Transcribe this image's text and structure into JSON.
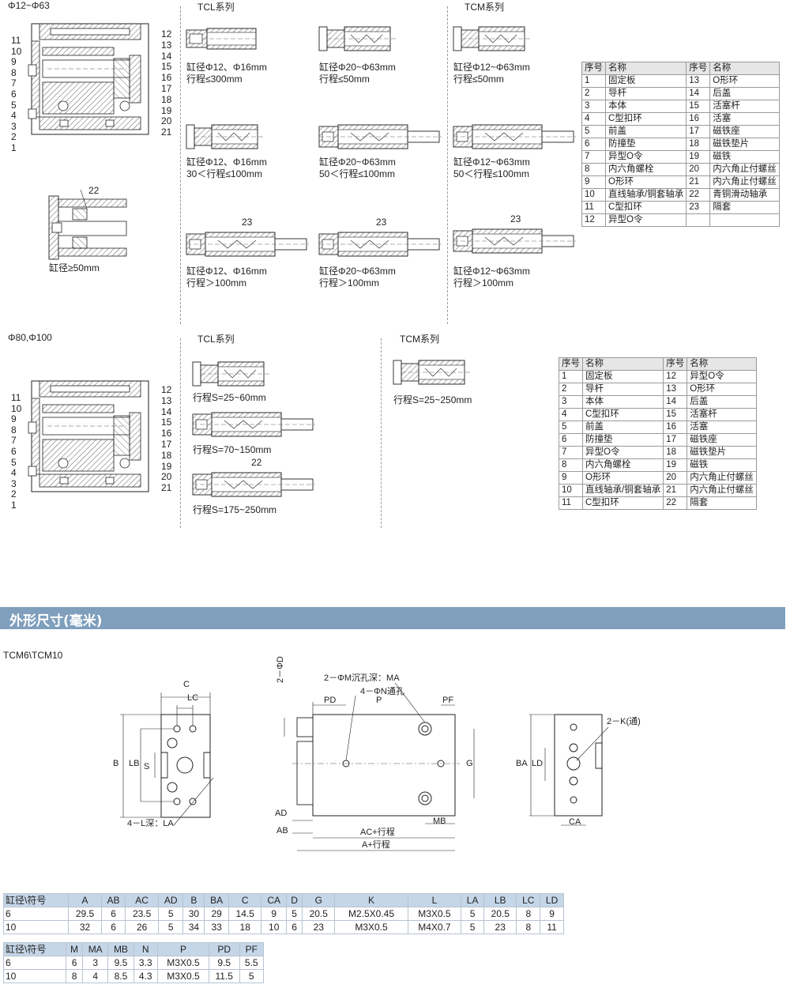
{
  "sec1": {
    "title": "Φ12~Φ63",
    "tcl_title": "TCL系列",
    "tcm_title": "TCM系列",
    "left_nums": [
      "11",
      "10",
      "9",
      "8",
      "7",
      "6",
      "5",
      "4",
      "3",
      "2",
      "1"
    ],
    "right_nums": [
      "12",
      "13",
      "14",
      "15",
      "16",
      "17",
      "18",
      "19",
      "20",
      "21"
    ],
    "detail_num": "22",
    "detail_caption": "缸径≥50mm",
    "tcl_captions": [
      [
        "缸径Φ12、Φ16mm",
        "行程≤300mm"
      ],
      [
        "缸径Φ20~Φ63mm",
        "行程≤50mm"
      ],
      [
        "缸径Φ12、Φ16mm",
        "30＜行程≤100mm"
      ],
      [
        "缸径Φ20~Φ63mm",
        "50＜行程≤100mm"
      ],
      [
        "缸径Φ12、Φ16mm",
        "行程＞100mm"
      ],
      [
        "缸径Φ20~Φ63mm",
        "行程＞100mm"
      ]
    ],
    "tcm_captions": [
      [
        "缸径Φ12~Φ63mm",
        "行程≤50mm"
      ],
      [
        "缸径Φ12~Φ63mm",
        "50＜行程≤100mm"
      ],
      [
        "缸径Φ12~Φ63mm",
        "行程＞100mm"
      ]
    ],
    "tag23": "23",
    "parts_header": [
      "序号",
      "名称",
      "序号",
      "名称"
    ],
    "parts": [
      [
        "1",
        "固定板",
        "13",
        "O形环"
      ],
      [
        "2",
        "导杆",
        "14",
        "后盖"
      ],
      [
        "3",
        "本体",
        "15",
        "活塞杆"
      ],
      [
        "4",
        "C型扣环",
        "16",
        "活塞"
      ],
      [
        "5",
        "前盖",
        "17",
        "磁铁座"
      ],
      [
        "6",
        "防撞垫",
        "18",
        "磁铁垫片"
      ],
      [
        "7",
        "异型O令",
        "19",
        "磁铁"
      ],
      [
        "8",
        "内六角螺栓",
        "20",
        "内六角止付螺丝"
      ],
      [
        "9",
        "O形环",
        "21",
        "内六角止付螺丝"
      ],
      [
        "10",
        "直线轴承/铜套轴承",
        "22",
        "青铜滑动轴承"
      ],
      [
        "11",
        "C型扣环",
        "23",
        "隔套"
      ],
      [
        "12",
        "异型O令",
        "",
        ""
      ]
    ]
  },
  "sec2": {
    "title": "Φ80,Φ100",
    "tcl_title": "TCL系列",
    "tcm_title": "TCM系列",
    "left_nums": [
      "11",
      "10",
      "9",
      "8",
      "7",
      "6",
      "5",
      "4",
      "3",
      "2",
      "1"
    ],
    "right_nums": [
      "12",
      "13",
      "14",
      "15",
      "16",
      "17",
      "18",
      "19",
      "20",
      "21"
    ],
    "tcl_captions": [
      "行程S=25~60mm",
      "行程S=70~150mm",
      "行程S=175~250mm"
    ],
    "tcm_caption": "行程S=25~250mm",
    "tag22": "22",
    "parts_header": [
      "序号",
      "名称",
      "序号",
      "名称"
    ],
    "parts": [
      [
        "1",
        "固定板",
        "12",
        "异型O令"
      ],
      [
        "2",
        "导杆",
        "13",
        "O形环"
      ],
      [
        "3",
        "本体",
        "14",
        "后盖"
      ],
      [
        "4",
        "C型扣环",
        "15",
        "活塞杆"
      ],
      [
        "5",
        "前盖",
        "16",
        "活塞"
      ],
      [
        "6",
        "防撞垫",
        "17",
        "磁铁座"
      ],
      [
        "7",
        "异型O令",
        "18",
        "磁铁垫片"
      ],
      [
        "8",
        "内六角螺栓",
        "19",
        "磁铁"
      ],
      [
        "9",
        "O形环",
        "20",
        "内六角止付螺丝"
      ],
      [
        "10",
        "直线轴承/铜套轴承",
        "21",
        "内六角止付螺丝"
      ],
      [
        "11",
        "C型扣环",
        "22",
        "隔套"
      ]
    ]
  },
  "banner_title": "外形尺寸(毫米)",
  "model_label": "TCM6\\TCM10",
  "dims_labels": {
    "C": "C",
    "LC": "LC",
    "B": "B",
    "LB": "LB",
    "S": "S",
    "L_depth": "4－L深：LA",
    "D": "2－ΦD",
    "M_hole": "2－ΦM沉孔深：MA",
    "N_hole": "4－ΦN通孔",
    "PD": "PD",
    "P": "P",
    "PF": "PF",
    "G": "G",
    "AD": "AD",
    "AB": "AB",
    "MB": "MB",
    "AC": "AC+行程",
    "A": "A+行程",
    "K": "2－K(通)",
    "BA": "BA",
    "LD": "LD",
    "CA": "CA"
  },
  "table1": {
    "header": [
      "缸径\\符号",
      "A",
      "AB",
      "AC",
      "AD",
      "B",
      "BA",
      "C",
      "CA",
      "D",
      "G",
      "K",
      "L",
      "LA",
      "LB",
      "LC",
      "LD"
    ],
    "rows": [
      [
        "6",
        "29.5",
        "6",
        "23.5",
        "5",
        "30",
        "29",
        "14.5",
        "9",
        "5",
        "20.5",
        "M2.5X0.45",
        "M3X0.5",
        "5",
        "20.5",
        "8",
        "9"
      ],
      [
        "10",
        "32",
        "6",
        "26",
        "5",
        "34",
        "33",
        "18",
        "10",
        "6",
        "23",
        "M3X0.5",
        "M4X0.7",
        "5",
        "23",
        "8",
        "11"
      ]
    ]
  },
  "table2": {
    "header": [
      "缸径\\符号",
      "M",
      "MA",
      "MB",
      "N",
      "P",
      "PD",
      "PF"
    ],
    "rows": [
      [
        "6",
        "6",
        "3",
        "9.5",
        "3.3",
        "M3X0.5",
        "9.5",
        "5.5"
      ],
      [
        "10",
        "8",
        "4",
        "8.5",
        "4.3",
        "M3X0.5",
        "11.5",
        "5"
      ]
    ]
  }
}
